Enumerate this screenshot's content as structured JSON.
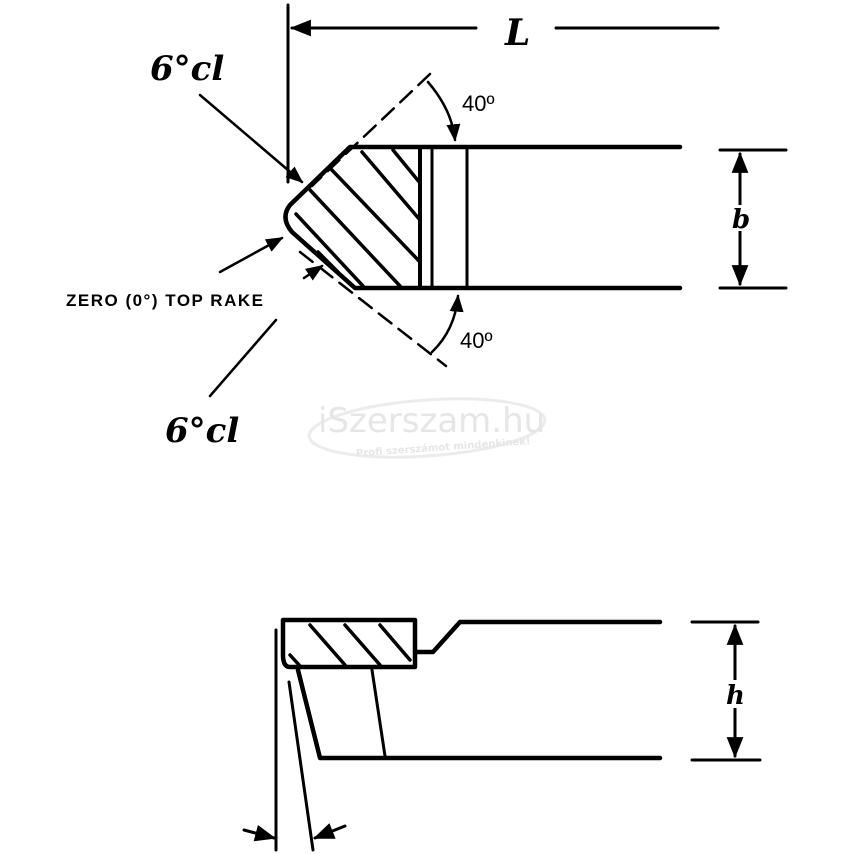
{
  "drawing": {
    "length_label": "L",
    "width_label": "b",
    "height_label": "h",
    "clearance_top": "6°cl",
    "clearance_bottom": "6°cl",
    "angle_top": "40º",
    "angle_bottom": "40º",
    "rake_label": "ZERO (0°) TOP RAKE"
  },
  "watermark": {
    "brand": "iSzerszam.hu",
    "slogan": "Profi szerszámot mindenkinek!"
  },
  "colors": {
    "ink": "#000000",
    "watermark": "#e6e6e6"
  }
}
